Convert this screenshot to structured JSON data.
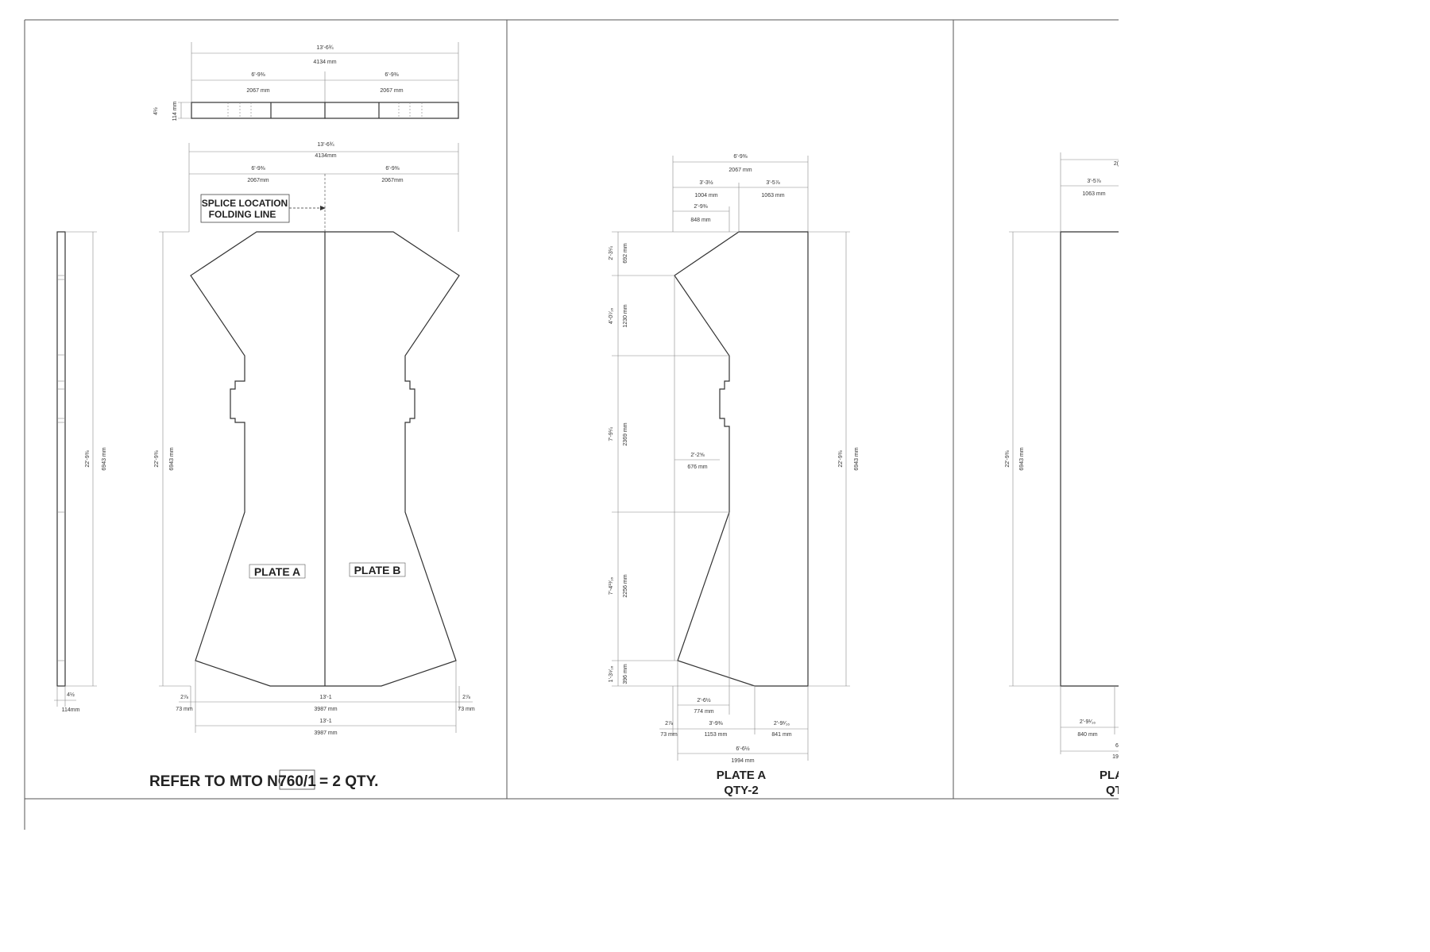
{
  "sheet1": {
    "top_view": {
      "overall_imperial": "13'-6¾",
      "overall_metric": "4134 mm",
      "half_imperial": [
        "6'-9⅜",
        "6'-9⅜"
      ],
      "half_metric": [
        "2067 mm",
        "2067 mm"
      ],
      "thk_imperial": "4½",
      "thk_metric": "114 mm"
    },
    "plan": {
      "overall_imperial": "13'-6¾",
      "overall_metric": "4134mm",
      "half_imperial": [
        "6'-9⅜",
        "6'-9⅜"
      ],
      "half_metric": [
        "2067mm",
        "2067mm"
      ],
      "splice_label_1": "SPLICE LOCATION",
      "splice_label_2": "FOLDING LINE",
      "plate_a": "PLATE A",
      "plate_b": "PLATE B",
      "height_imperial": "22'-9⅜",
      "height_metric": "6943 mm",
      "offset_left_imperial": "2⅞",
      "offset_left_metric": "73 mm",
      "offset_right_imperial": "2⅞",
      "offset_right_metric": "73 mm",
      "bottom1_imperial": "13'-1",
      "bottom1_metric": "3987 mm",
      "bottom2_imperial": "13'-1",
      "bottom2_metric": "3987 mm"
    },
    "side_view": {
      "height_imperial": "22'-9⅜",
      "height_metric": "6943 mm",
      "thk_imperial": "4½",
      "thk_metric": "114mm"
    },
    "note_prefix": "REFER TO MTO NO.",
    "note_mto": "760/1",
    "note_suffix": "= 2 QTY."
  },
  "sheet2": {
    "top_overall_imperial": "6'-9⅜",
    "top_overall_metric": "2067 mm",
    "top_left_imperial": "3'-3½",
    "top_left_metric": "1004 mm",
    "top_right_imperial": "3'-5⅞",
    "top_right_metric": "1063 mm",
    "top_inner_imperial": "2'-9⅜",
    "top_inner_metric": "848 mm",
    "left_dims": [
      {
        "imperial": "2'-3¼",
        "metric": "692 mm"
      },
      {
        "imperial": "4'-0⁷⁄₁₆",
        "metric": "1230 mm"
      },
      {
        "imperial": "7'-9¼",
        "metric": "2369 mm"
      },
      {
        "imperial": "7'-4¹³⁄₁₆",
        "metric": "2256 mm"
      },
      {
        "imperial": "1'-3⁹⁄₁₆",
        "metric": "396 mm"
      }
    ],
    "notch_imperial": "2'-2⅝",
    "notch_metric": "676 mm",
    "height_imperial": "22'-9⅜",
    "height_metric": "6943 mm",
    "bottom_a_imperial": "2'-6½",
    "bottom_a_metric": "774 mm",
    "bottom_off_imperial": "2⅞",
    "bottom_off_metric": "73 mm",
    "bottom_b_imperial": "3'-9⅜",
    "bottom_b_metric": "1153 mm",
    "bottom_c_imperial": "2'-9¹⁄₁₆",
    "bottom_c_metric": "841 mm",
    "bottom_total_imperial": "6'-6½",
    "bottom_total_metric": "1994 mm",
    "title": "PLATE A",
    "qty": "QTY-2"
  },
  "sheet3": {
    "top_partial": "2(",
    "top_right_imperial": "3'-5⅞",
    "top_right_metric": "1063 mm",
    "height_imperial": "22'-9⅜",
    "height_metric": "6943 mm",
    "bottom_imperial": "2'-9¹⁄₁₆",
    "bottom_metric": "840 mm",
    "bottom_partial_1": "6",
    "bottom_partial_2": "19",
    "title_partial": "PLA",
    "qty_partial": "QT"
  }
}
